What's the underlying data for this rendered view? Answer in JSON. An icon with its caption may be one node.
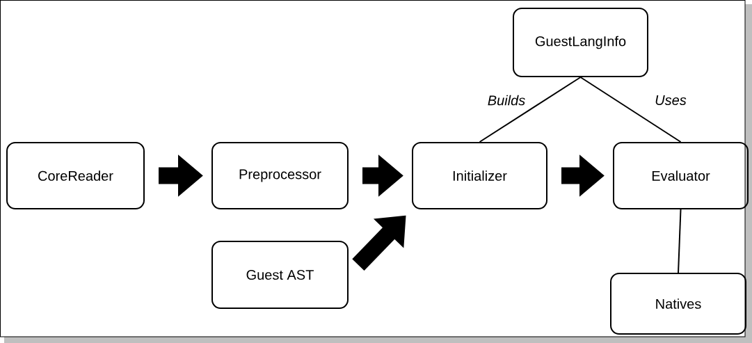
{
  "diagram": {
    "nodes": [
      {
        "text": [
          "GuestLangInfo"
        ]
      },
      {
        "text": [
          "CoreReader"
        ]
      },
      {
        "text": [
          "Preprocessor"
        ]
      },
      {
        "text": [
          "Initializer"
        ]
      },
      {
        "text": [
          "Evaluator"
        ]
      },
      {
        "text": [
          "Guest AST"
        ]
      },
      {
        "text": [
          "Natives"
        ]
      }
    ],
    "edges": [
      {
        "from": 1,
        "to": 2,
        "arrow": "to"
      },
      {
        "from": 2,
        "to": 3,
        "arrow": "to"
      },
      {
        "from": 5,
        "to": 3,
        "arrow": "to"
      },
      {
        "from": 3,
        "to": 4,
        "arrow": "to"
      },
      {
        "from": 0,
        "to": 3,
        "arrow": "none",
        "label": "Builds"
      },
      {
        "from": 0,
        "to": 4,
        "arrow": "none",
        "label": "Uses"
      },
      {
        "from": 4,
        "to": 6,
        "arrow": "none"
      }
    ]
  }
}
